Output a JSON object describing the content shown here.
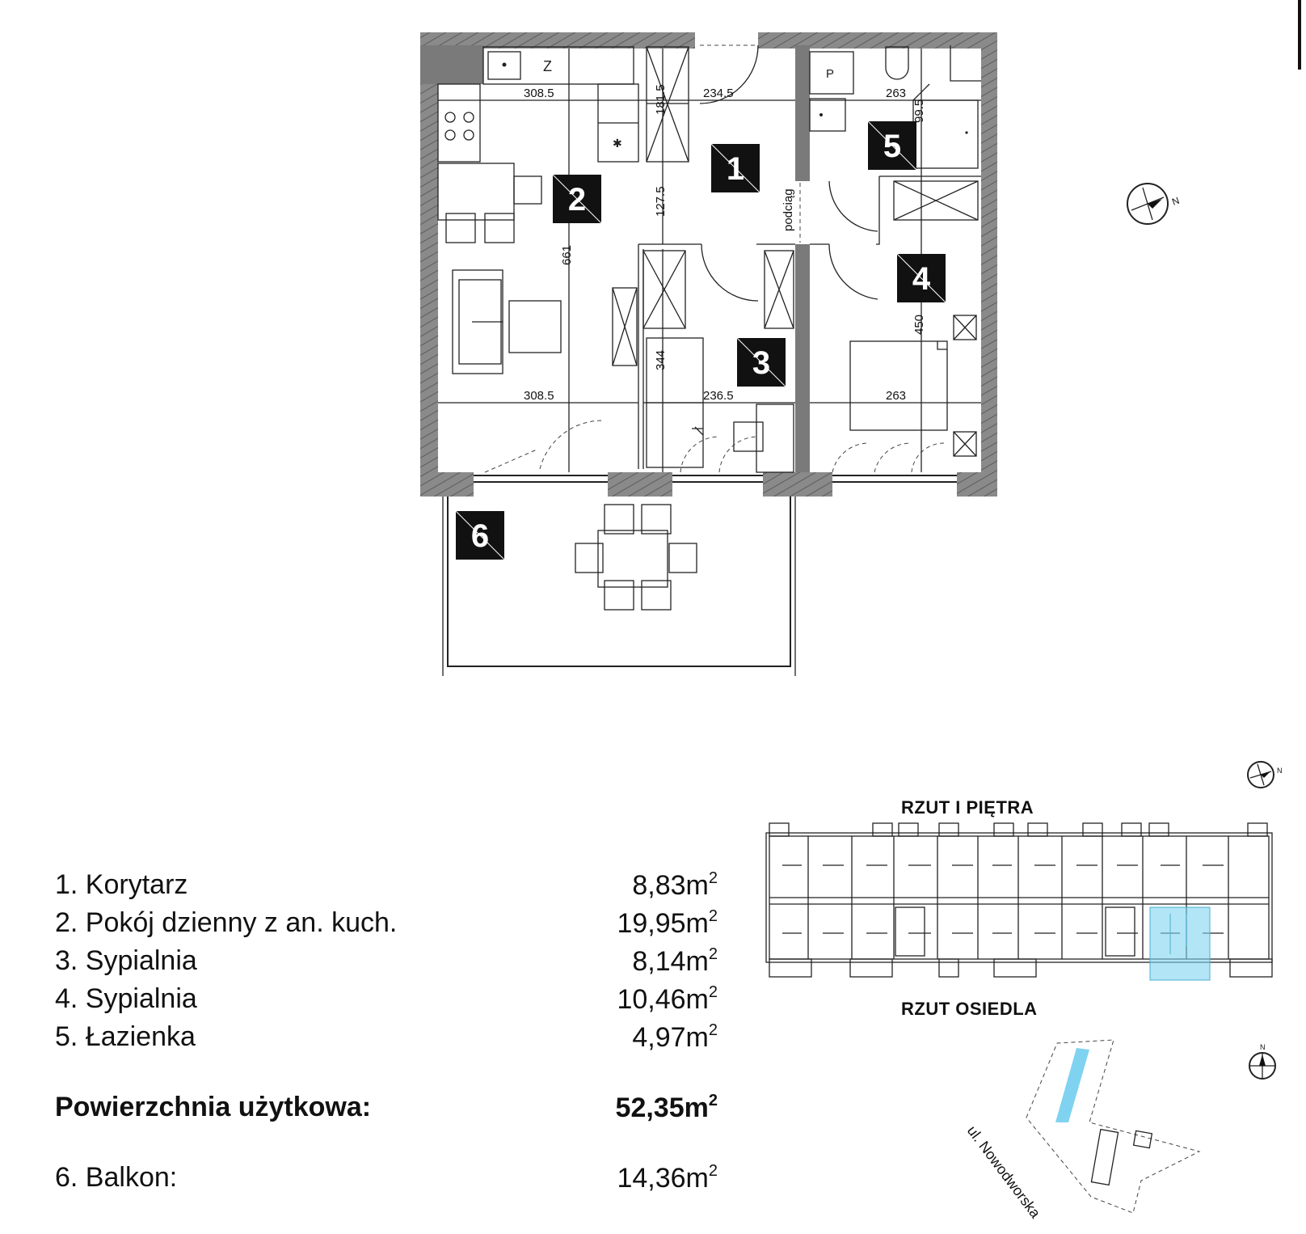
{
  "rooms": [
    {
      "num": "1",
      "name": "1. Korytarz",
      "area": "8,83m",
      "unit": "2"
    },
    {
      "num": "2",
      "name": "2. Pokój dzienny z an. kuch.",
      "area": "19,95m",
      "unit": "2"
    },
    {
      "num": "3",
      "name": "3. Sypialnia",
      "area": "8,14m",
      "unit": "2"
    },
    {
      "num": "4",
      "name": "4. Sypialnia",
      "area": "10,46m",
      "unit": "2"
    },
    {
      "num": "5",
      "name": "5. Łazienka",
      "area": "4,97m",
      "unit": "2"
    }
  ],
  "total": {
    "label": "Powierzchnia użytkowa:",
    "area": "52,35m",
    "unit": "2"
  },
  "balcony": {
    "num": "6",
    "label": "6. Balkon:",
    "area": "14,36m",
    "unit": "2"
  },
  "dimensions": {
    "kitchen_top": "308.5",
    "hall_top": "234.5",
    "bath_top": "263",
    "hall_v1": "181.5",
    "hall_v2": "127.5",
    "living_height": "661",
    "bath_v": "99.5",
    "living_bottom": "308.5",
    "bed3_width": "236.5",
    "bed3_height": "344",
    "bed4_height": "450",
    "bed4_width": "263"
  },
  "fixture_labels": {
    "fridge": "Z",
    "washer": "P",
    "ceiling_pull": "podciąg"
  },
  "floor_plan_title": "RZUT I PIĘTRA",
  "site_plan_title": "RZUT OSIEDLA",
  "street": "ul. Nowodworska",
  "compass_letter": "N",
  "colors": {
    "highlight": "#7fd3f0",
    "wall": "#7a7a7a",
    "room_badge": "#111111"
  }
}
